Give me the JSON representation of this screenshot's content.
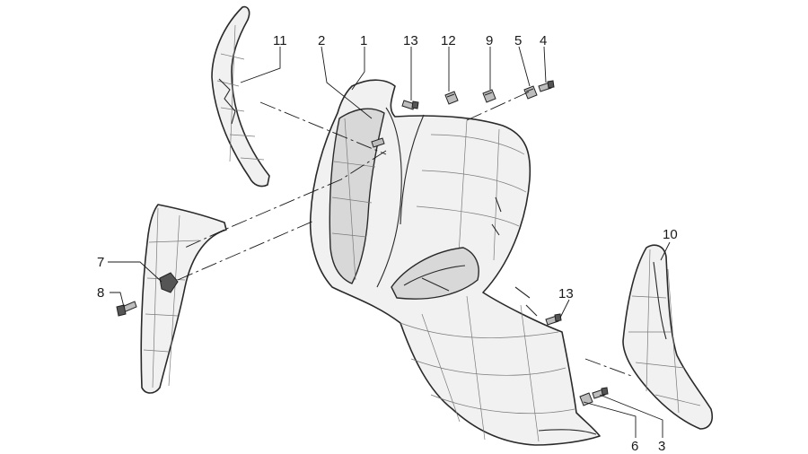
{
  "callouts": {
    "c11": "11",
    "c2": "2",
    "c1": "1",
    "c13a": "13",
    "c12": "12",
    "c9": "9",
    "c5": "5",
    "c4": "4",
    "c10": "10",
    "c7": "7",
    "c8": "8",
    "c13b": "13",
    "c6": "6",
    "c3": "3"
  }
}
